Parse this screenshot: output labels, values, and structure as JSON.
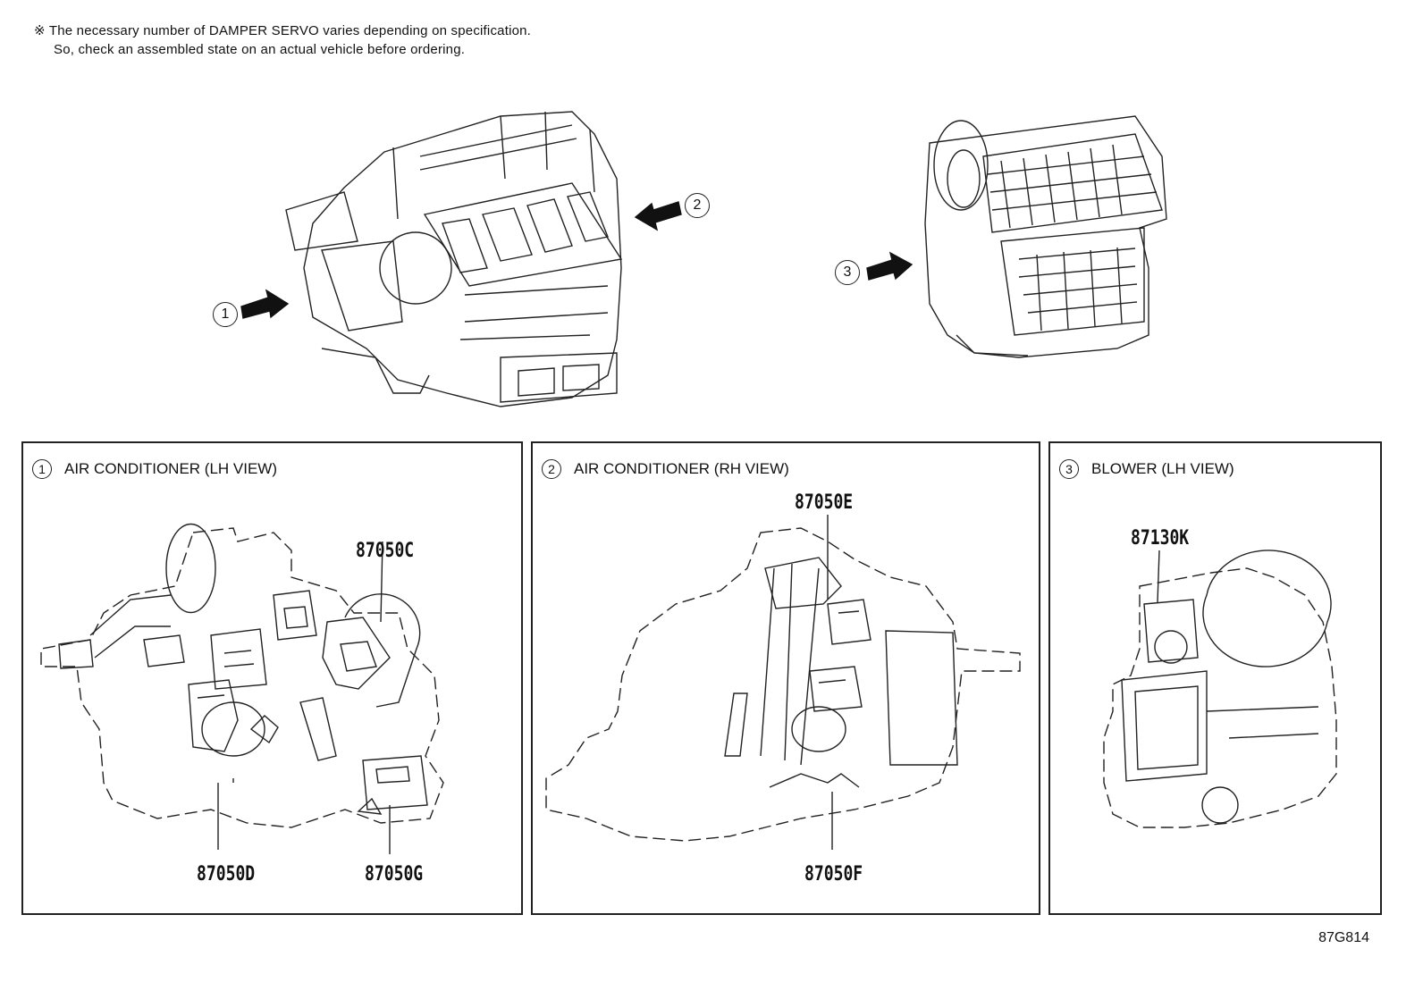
{
  "note": {
    "line1": "※ The necessary number of DAMPER SERVO varies depending on specification.",
    "line2": "So, check an assembled state on an actual vehicle before ordering."
  },
  "overview": {
    "arrow1_label": "1",
    "arrow2_label": "2",
    "arrow3_label": "3"
  },
  "panels": [
    {
      "num": "1",
      "title": "AIR CONDITIONER (LH VIEW)",
      "parts": [
        "87050C",
        "87050D",
        "87050G"
      ]
    },
    {
      "num": "2",
      "title": "AIR CONDITIONER (RH VIEW)",
      "parts": [
        "87050E",
        "87050F"
      ]
    },
    {
      "num": "3",
      "title": "BLOWER (LH VIEW)",
      "parts": [
        "87130K"
      ]
    }
  ],
  "diagram_code": "87G814"
}
